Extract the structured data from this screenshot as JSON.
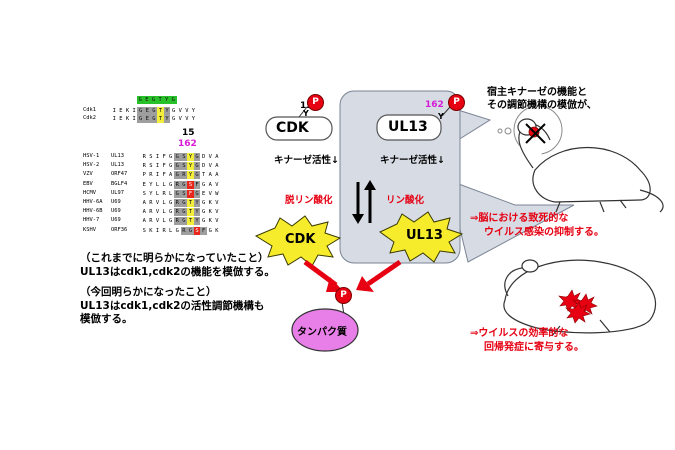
{
  "alignment": {
    "top_numbers": [
      "15",
      "162"
    ],
    "rows_top": [
      {
        "name": "Cdk1",
        "seq": [
          "I",
          "E",
          "K",
          "I",
          "G",
          "E",
          "G",
          "T",
          "Y",
          "G",
          "V",
          "V",
          "Y"
        ]
      },
      {
        "name": "Cdk2",
        "seq": [
          "I",
          "E",
          "K",
          "I",
          "G",
          "E",
          "G",
          "T",
          "Y",
          "G",
          "V",
          "V",
          "Y"
        ]
      }
    ],
    "green_header": [
      "G",
      "E",
      "G",
      "T",
      "Y",
      "G"
    ],
    "rows_virus": [
      {
        "name": "HSV-1",
        "gene": "UL13",
        "seq": [
          "R",
          "S",
          "I",
          "F",
          "G",
          "G",
          "S",
          "Y",
          "G",
          "D",
          "V",
          "A"
        ]
      },
      {
        "name": "HSV-2",
        "gene": "UL13",
        "seq": [
          "R",
          "S",
          "I",
          "F",
          "G",
          "G",
          "S",
          "Y",
          "G",
          "D",
          "V",
          "A"
        ]
      },
      {
        "name": "VZV",
        "gene": "ORF47",
        "seq": [
          "P",
          "R",
          "I",
          "F",
          "A",
          "G",
          "R",
          "Y",
          "G",
          "T",
          "A",
          "A"
        ]
      },
      {
        "name": "EBV",
        "gene": "BGLF4",
        "seq": [
          "E",
          "Y",
          "L",
          "L",
          "G",
          "R",
          "G",
          "S",
          "F",
          "G",
          "A",
          "V"
        ]
      },
      {
        "name": "HCMV",
        "gene": "UL97",
        "seq": [
          "S",
          "Y",
          "L",
          "R",
          "L",
          "G",
          "S",
          "F",
          "G",
          "E",
          "V",
          "W"
        ]
      },
      {
        "name": "HHV-6A",
        "gene": "U69",
        "seq": [
          "A",
          "R",
          "V",
          "L",
          "G",
          "R",
          "G",
          "T",
          "Y",
          "G",
          "K",
          "V"
        ]
      },
      {
        "name": "HHV-6B",
        "gene": "U69",
        "seq": [
          "A",
          "R",
          "V",
          "L",
          "G",
          "R",
          "G",
          "T",
          "Y",
          "G",
          "K",
          "V"
        ]
      },
      {
        "name": "HHV-7",
        "gene": "U69",
        "seq": [
          "A",
          "R",
          "V",
          "L",
          "G",
          "R",
          "G",
          "T",
          "Y",
          "G",
          "K",
          "V"
        ]
      },
      {
        "name": "KSHV",
        "gene": "ORF36",
        "seq": [
          "S",
          "K",
          "I",
          "R",
          "L",
          "G",
          "R",
          "G",
          "S",
          "F",
          "G",
          "K"
        ]
      }
    ]
  },
  "left_text": {
    "line1": "（これまでに明らかになっていたこと）",
    "line2": "UL13はcdk1,cdk2の機能を模倣する。",
    "line3": "（今回明らかになったこと）",
    "line4": "UL13はcdk1,cdk2の活性調節機構も",
    "line5": "模倣する。"
  },
  "diagram": {
    "cdk_num": "15",
    "cdk_y": "Y",
    "cdk_label": "CDK",
    "ul13_num": "162",
    "ul13_y": "Y",
    "ul13_label": "UL13",
    "p": "P",
    "kinase_activity_left": "キナーゼ活性↓",
    "kinase_activity_right": "キナーゼ活性↓",
    "dephos": "脱リン酸化",
    "phos": "リン酸化",
    "cdk_active": "CDK",
    "ul13_active": "UL13",
    "protein": "タンパク質"
  },
  "right_text": {
    "callout1": "宿主キナーゼの機能と",
    "callout2": "その調節機構の模倣が、",
    "effect1a": "⇒脳における致死的な",
    "effect1b": "ウイルス感染の抑制する。",
    "effect2a": "⇒ウイルスの効率的な",
    "effect2b": "回帰発症に寄与する。"
  },
  "colors": {
    "red": "#e60012",
    "yellow": "#f3ee3c",
    "magenta_num": "#d61bd6",
    "green": "#29c12a",
    "panel": "#d6dbe4",
    "protein": "#e87fe8"
  }
}
